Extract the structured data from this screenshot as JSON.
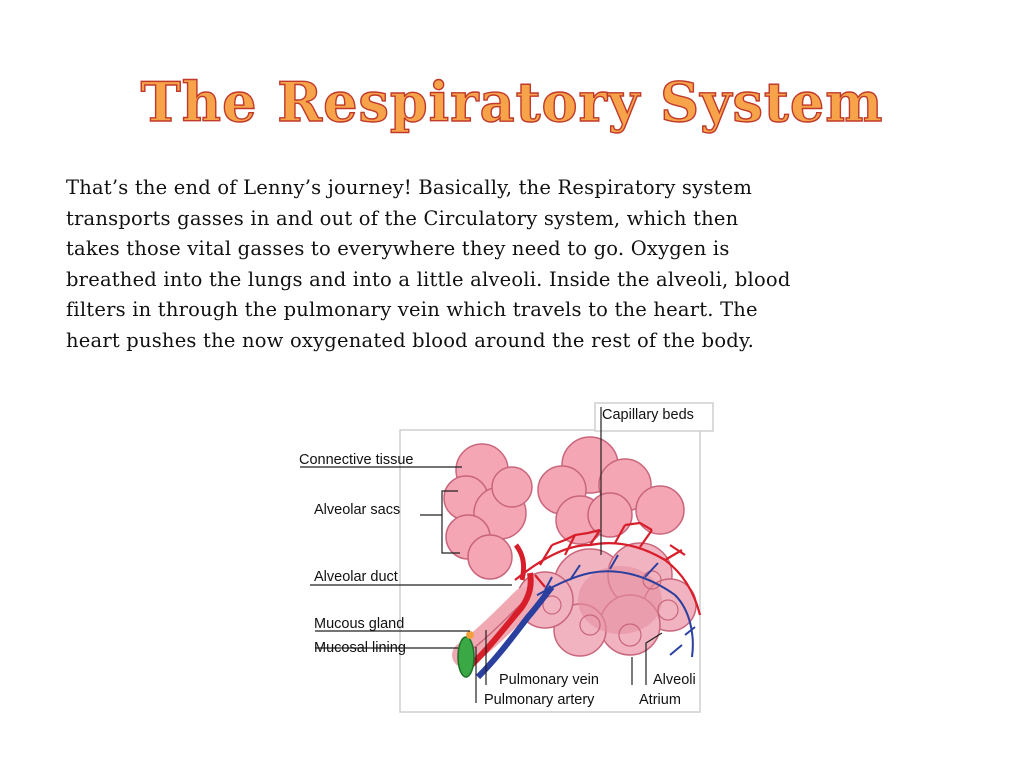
{
  "slide": {
    "title": "The Respiratory System",
    "body_lines": [
      "That’s the end of Lenny’s journey! Basically, the Respiratory system",
      "transports gasses in and out of the Circulatory system, which then",
      "takes those vital gasses to everywhere they need to go. Oxygen is",
      "breathed into the lungs and into a little alveoli. Inside the alveoli, blood",
      "filters in through the pulmonary vein which travels to the heart. The",
      "heart pushes the now oxygenated blood around the rest of the body."
    ]
  },
  "diagram": {
    "labels": {
      "capillary_beds": "Capillary beds",
      "connective_tissue": "Connective tissue",
      "alveolar_sacs": "Alveolar sacs",
      "alveolar_duct": "Alveolar duct",
      "mucous_gland": "Mucous gland",
      "mucosal_lining": "Mucosal lining",
      "pulmonary_vein": "Pulmonary vein",
      "pulmonary_artery": "Pulmonary artery",
      "alveoli": "Alveoli",
      "atrium": "Atrium"
    },
    "colors": {
      "tissue_pink": "#f4a6b4",
      "tissue_outline": "#c9667c",
      "vein_red": "#d81e2a",
      "artery_blue": "#2a3f9e",
      "title_fill": "#f7a34a",
      "title_outline": "#c0392b"
    }
  }
}
